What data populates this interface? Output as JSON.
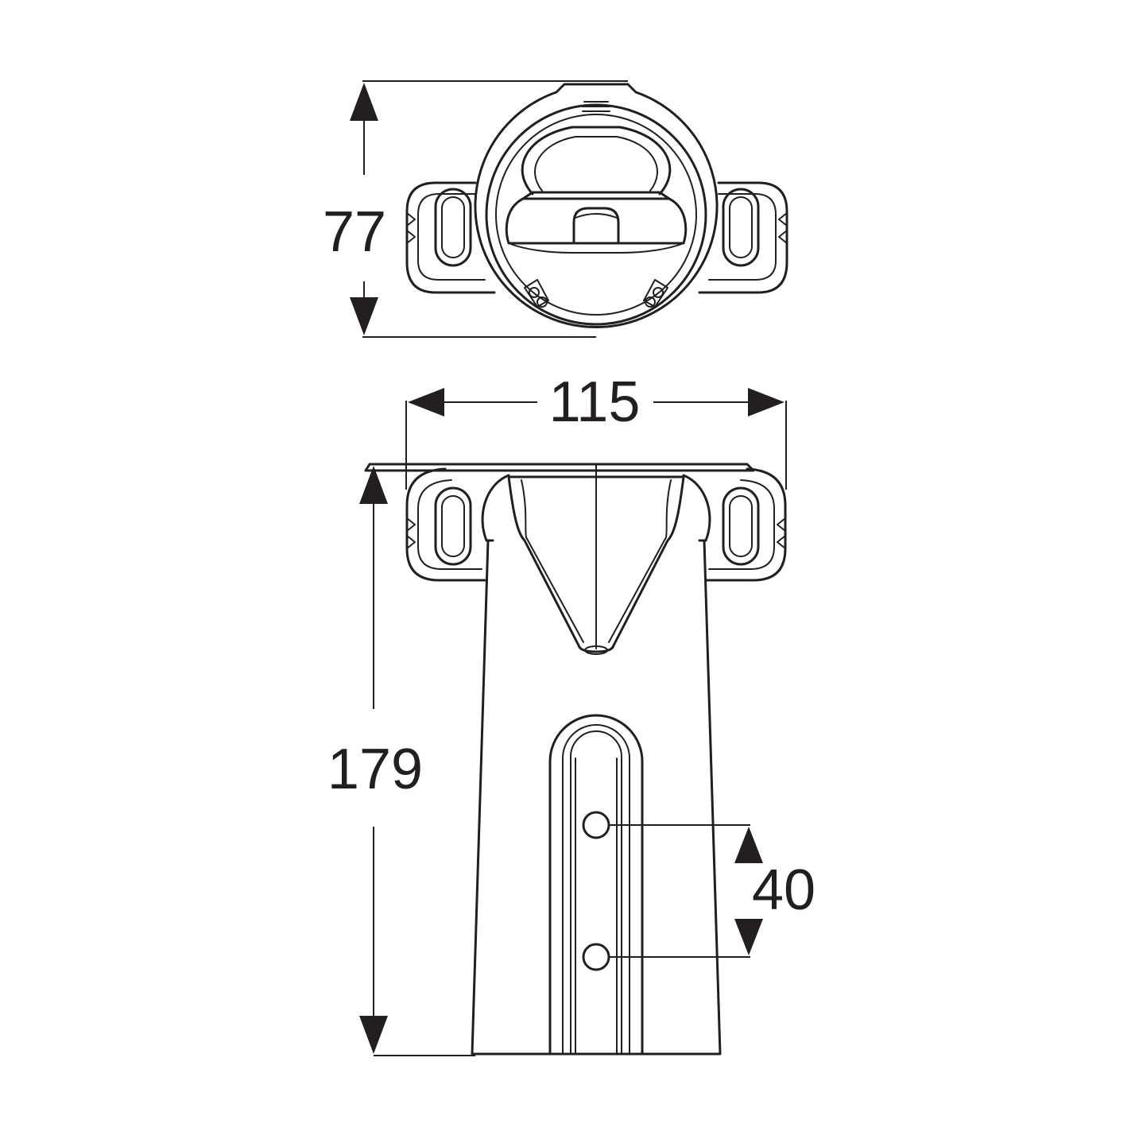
{
  "drawing": {
    "colors": {
      "line": "#231f20",
      "background": "#ffffff"
    },
    "dimensions": {
      "top_view_height": {
        "value": 77,
        "label": "77"
      },
      "overall_width": {
        "value": 115,
        "label": "115"
      },
      "overall_height": {
        "value": 179,
        "label": "179"
      },
      "hole_spacing": {
        "value": 40,
        "label": "40"
      }
    }
  }
}
